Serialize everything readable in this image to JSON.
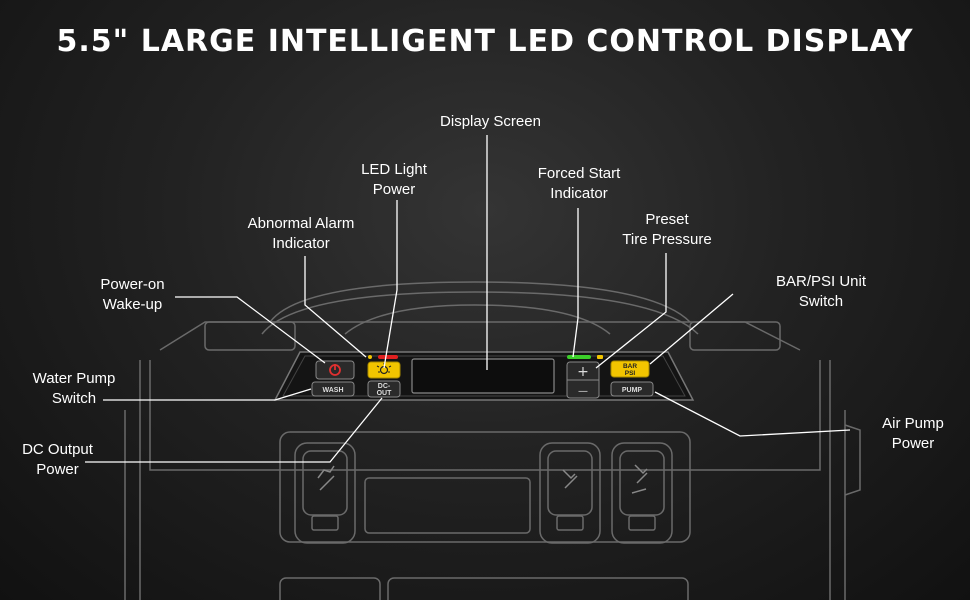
{
  "title": "5.5\" LARGE INTELLIGENT LED CONTROL DISPLAY",
  "callouts": {
    "display_screen": "Display Screen",
    "led_light_power": [
      "LED Light",
      "Power"
    ],
    "forced_start": [
      "Forced Start",
      "Indicator"
    ],
    "abnormal_alarm": [
      "Abnormal Alarm",
      "Indicator"
    ],
    "preset_tire": [
      "Preset",
      "Tire Pressure"
    ],
    "power_on": [
      "Power-on",
      "Wake-up"
    ],
    "bar_psi": [
      "BAR/PSI Unit",
      "Switch"
    ],
    "water_pump": [
      "Water Pump",
      "Switch"
    ],
    "air_pump": [
      "Air Pump",
      "Power"
    ],
    "dc_output": [
      "DC Output",
      "Power"
    ]
  },
  "panel": {
    "wash": "WASH",
    "dc_out_1": "DC-",
    "dc_out_2": "OUT",
    "pump": "PUMP",
    "bar": "BAR",
    "psi": "PSI",
    "plus": "+",
    "minus": "—"
  },
  "colors": {
    "accent_yellow": "#f2c500",
    "alarm_red": "#e02020",
    "indicator_green": "#3ccf2a",
    "power_red": "#e03030"
  }
}
